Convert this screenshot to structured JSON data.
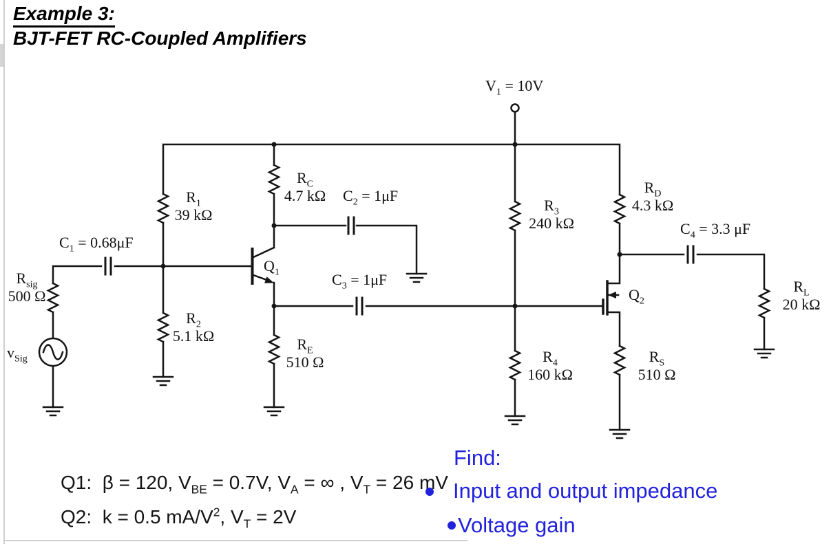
{
  "title": {
    "line1": "Example 3:",
    "line2": "BJT-FET RC-Coupled Amplifiers"
  },
  "supply": {
    "name": "V",
    "sub": "1",
    "value": " = 10V"
  },
  "components": {
    "rsig": {
      "name": "R",
      "sub": "sig",
      "value": "500 Ω"
    },
    "vsig": {
      "name": "v",
      "sub": "Sig",
      "value": ""
    },
    "c1": {
      "name": "C",
      "sub": "1",
      "value": " = 0.68μF"
    },
    "r1": {
      "name": "R",
      "sub": "1",
      "value": "39 kΩ"
    },
    "r2": {
      "name": "R",
      "sub": "2",
      "value": "5.1 kΩ"
    },
    "rc": {
      "name": "R",
      "sub": "C",
      "value": "4.7 kΩ"
    },
    "re": {
      "name": "R",
      "sub": "E",
      "value": "510 Ω"
    },
    "c2": {
      "name": "C",
      "sub": "2",
      "value": " = 1μF"
    },
    "c3": {
      "name": "C",
      "sub": "3",
      "value": " = 1μF"
    },
    "q1": {
      "name": "Q",
      "sub": "1",
      "value": ""
    },
    "r3": {
      "name": "R",
      "sub": "3",
      "value": "240 kΩ"
    },
    "r4": {
      "name": "R",
      "sub": "4",
      "value": "160 kΩ"
    },
    "rd": {
      "name": "R",
      "sub": "D",
      "value": "4.3 kΩ"
    },
    "rs": {
      "name": "R",
      "sub": "S",
      "value": "510 Ω"
    },
    "c4": {
      "name": "C",
      "sub": "4",
      "value": " = 3.3 μF"
    },
    "q2": {
      "name": "Q",
      "sub": "2",
      "value": ""
    },
    "rl": {
      "name": "R",
      "sub": "L",
      "value": "20 kΩ"
    }
  },
  "specs": {
    "q1": {
      "prefix": "Q1:  β = 120, V",
      "sub1": "BE",
      "mid1": " = 0.7V, V",
      "sub2": "A",
      "mid2": " = ∞ , V",
      "sub3": "T",
      "suffix": " = 26 mV"
    },
    "q2": {
      "prefix": "Q2:  k = 0.5 mA/V",
      "sup": "2",
      "mid": ", V",
      "sub": "T",
      "suffix": " = 2V"
    }
  },
  "find": {
    "heading": "Find:",
    "bullets": [
      "Input and output impedance",
      "Voltage gain"
    ]
  },
  "colors": {
    "accent_blue": "#2222dd",
    "ink": "#151515",
    "frame_gray": "#cfcfcf"
  }
}
